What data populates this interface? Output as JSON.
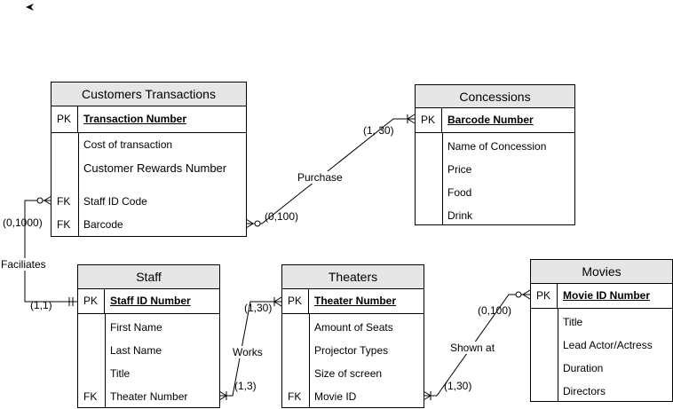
{
  "entities": {
    "transactions": {
      "title": "Customers Transactions",
      "pk_key": "PK",
      "pk_name": "Transaction Number",
      "attrs": [
        "Cost of transaction",
        "Customer Rewards Number",
        "Staff ID Code",
        "Barcode"
      ],
      "fk1": "FK",
      "fk2": "FK"
    },
    "concessions": {
      "title": "Concessions",
      "pk_key": "PK",
      "pk_name": "Barcode Number",
      "attrs": [
        "Name of Concession",
        "Price",
        "Food",
        "Drink"
      ]
    },
    "staff": {
      "title": "Staff",
      "pk_key": "PK",
      "pk_name": "Staff ID Number",
      "attrs": [
        "First Name",
        "Last Name",
        "Title",
        "Theater Number"
      ],
      "fk": "FK"
    },
    "theaters": {
      "title": "Theaters",
      "pk_key": "PK",
      "pk_name": "Theater Number",
      "attrs": [
        "Amount of Seats",
        "Projector Types",
        "Size of screen",
        "Movie ID"
      ],
      "fk": "FK"
    },
    "movies": {
      "title": "Movies",
      "pk_key": "PK",
      "pk_name": "Movie ID Number",
      "attrs": [
        "Title",
        "Lead Actor/Actress",
        "Duration",
        "Directors"
      ]
    }
  },
  "relationships": {
    "purchase": {
      "label": "Purchase",
      "card_a": "(0,100)",
      "card_b": "(1, 30)"
    },
    "facilitates": {
      "label": "Faciliates",
      "card_a": "(0,1000)",
      "card_b": "(1,1)"
    },
    "works": {
      "label": "Works",
      "card_a": "(1,3)",
      "card_b": "(1,30)"
    },
    "shown_at": {
      "label": "Shown at",
      "card_a": "(1,30)",
      "card_b": "(0,100)"
    }
  }
}
